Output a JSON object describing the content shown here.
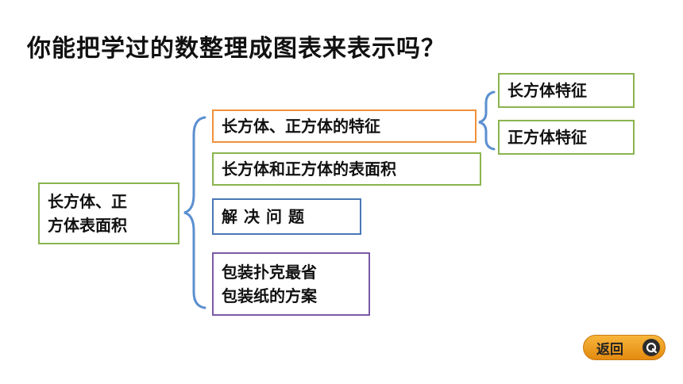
{
  "title": "你能把学过的数整理成图表来表示吗？",
  "root": {
    "line1": "长方体、正",
    "line2": "方体表面积"
  },
  "nodes": {
    "features": "长方体、正方体的特征",
    "surface_area": "长方体和正方体的表面积",
    "problem_solving": "解决问题",
    "packing_line1": "包装扑克最省",
    "packing_line2": "包装纸的方案"
  },
  "subnodes": {
    "cuboid_features": "长方体特征",
    "cube_features": "正方体特征"
  },
  "back_button": {
    "label": "返回",
    "icon": "q-circle-icon"
  },
  "colors": {
    "green": "#8ab44e",
    "orange": "#f0923a",
    "blue": "#4a77b6",
    "purple": "#7c5aa5",
    "brace": "#5b8fd0",
    "button": "#f0a52a"
  }
}
